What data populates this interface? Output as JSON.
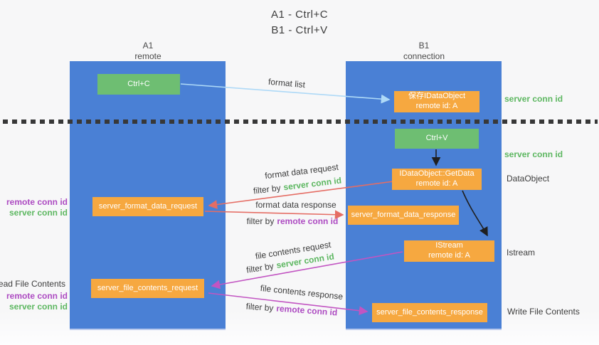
{
  "title": {
    "line1": "A1 - Ctrl+C",
    "line2": "B1 - Ctrl+V"
  },
  "columns": {
    "a1": {
      "name": "A1",
      "subtitle": "remote"
    },
    "b1": {
      "name": "B1",
      "subtitle": "connection"
    }
  },
  "boxes": {
    "ctrl_c": {
      "label": "Ctrl+C"
    },
    "save_idataobject": {
      "line1": "保存IDataObject",
      "line2": "remote id: A"
    },
    "ctrl_v": {
      "label": "Ctrl+V"
    },
    "getdata": {
      "line1": "IDataObject::GetData",
      "line2": "remote id: A"
    },
    "format_request": {
      "label": "server_format_data_request"
    },
    "format_response": {
      "label": "server_format_data_response"
    },
    "istream": {
      "line1": "IStream",
      "line2": "remote id: A"
    },
    "file_request": {
      "label": "server_file_contents_request"
    },
    "file_response": {
      "label": "server_file_contents_response"
    }
  },
  "left_labels": {
    "remote_conn_id_1": "remote conn id",
    "server_conn_id_1": "server conn id",
    "read_file_contents": "Read File Contents",
    "remote_conn_id_2": "remote conn id",
    "server_conn_id_2": "server conn id"
  },
  "right_labels": {
    "server_conn_id_1": "server conn id",
    "server_conn_id_2": "server conn id",
    "dataobject": "DataObject",
    "istream": "Istream",
    "write_file_contents": "Write File Contents"
  },
  "arrow_labels": {
    "format_list": "format list",
    "format_data_request": "format data request",
    "format_data_response": "format data response",
    "file_contents_request": "file contents request",
    "file_contents_response": "file contents response",
    "filter_by": "filter by",
    "server_conn_id": "server conn id",
    "remote_conn_id": "remote conn id"
  },
  "colors": {
    "column_blue": "#4a80d5",
    "box_green": "#6ebe72",
    "box_orange": "#f6a840",
    "green_text": "#5db761",
    "purple_text": "#ad4bc2",
    "red_arrow": "#e56d64",
    "magenta_arrow": "#c255c2",
    "light_blue_arrow": "#aed9f7",
    "black_arrow": "#1f1f1f"
  }
}
